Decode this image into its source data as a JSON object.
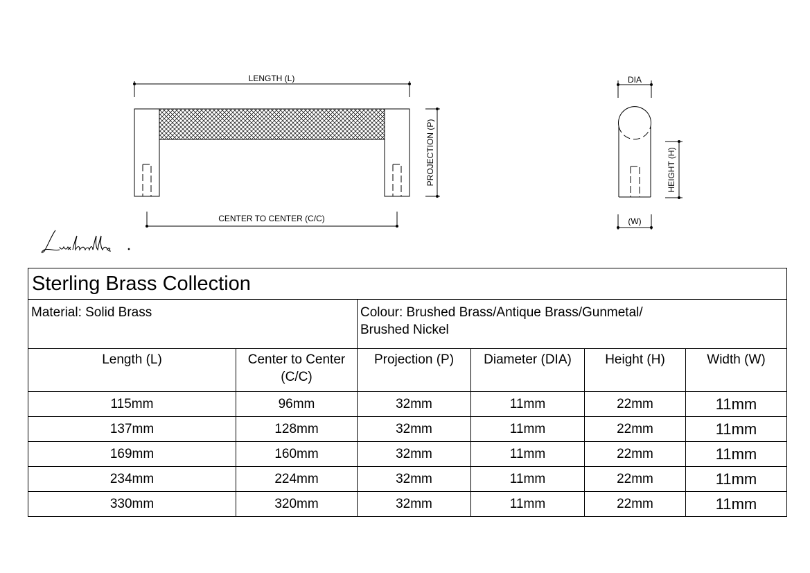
{
  "drawing": {
    "length_label": "LENGTH (L)",
    "cc_label": "CENTER TO CENTER (C/C)",
    "projection_label": "PROJECTION (P)",
    "dia_label": "DIA",
    "height_label": "HEIGHT (H)",
    "width_label": "(W)"
  },
  "signature": "Luxhandles.",
  "table": {
    "title": "Sterling Brass Collection",
    "material": "Material: Solid Brass",
    "colour_line1": "Colour: Brushed Brass/Antique Brass/Gunmetal/",
    "colour_line2": "Brushed Nickel",
    "headers": [
      {
        "l1": "Length (L)",
        "l2": ""
      },
      {
        "l1": "Center to Center",
        "l2": "(C/C)"
      },
      {
        "l1": "Projection (P)",
        "l2": ""
      },
      {
        "l1": "Diameter (DIA)",
        "l2": ""
      },
      {
        "l1": "Height (H)",
        "l2": ""
      },
      {
        "l1": "Width (W)",
        "l2": ""
      }
    ],
    "rows": [
      [
        "115mm",
        "96mm",
        "32mm",
        "11mm",
        "22mm",
        "11mm"
      ],
      [
        "137mm",
        "128mm",
        "32mm",
        "11mm",
        "22mm",
        "11mm"
      ],
      [
        "169mm",
        "160mm",
        "32mm",
        "11mm",
        "22mm",
        "11mm"
      ],
      [
        "234mm",
        "224mm",
        "32mm",
        "11mm",
        "22mm",
        "11mm"
      ],
      [
        "330mm",
        "320mm",
        "32mm",
        "11mm",
        "22mm",
        "11mm"
      ]
    ]
  }
}
